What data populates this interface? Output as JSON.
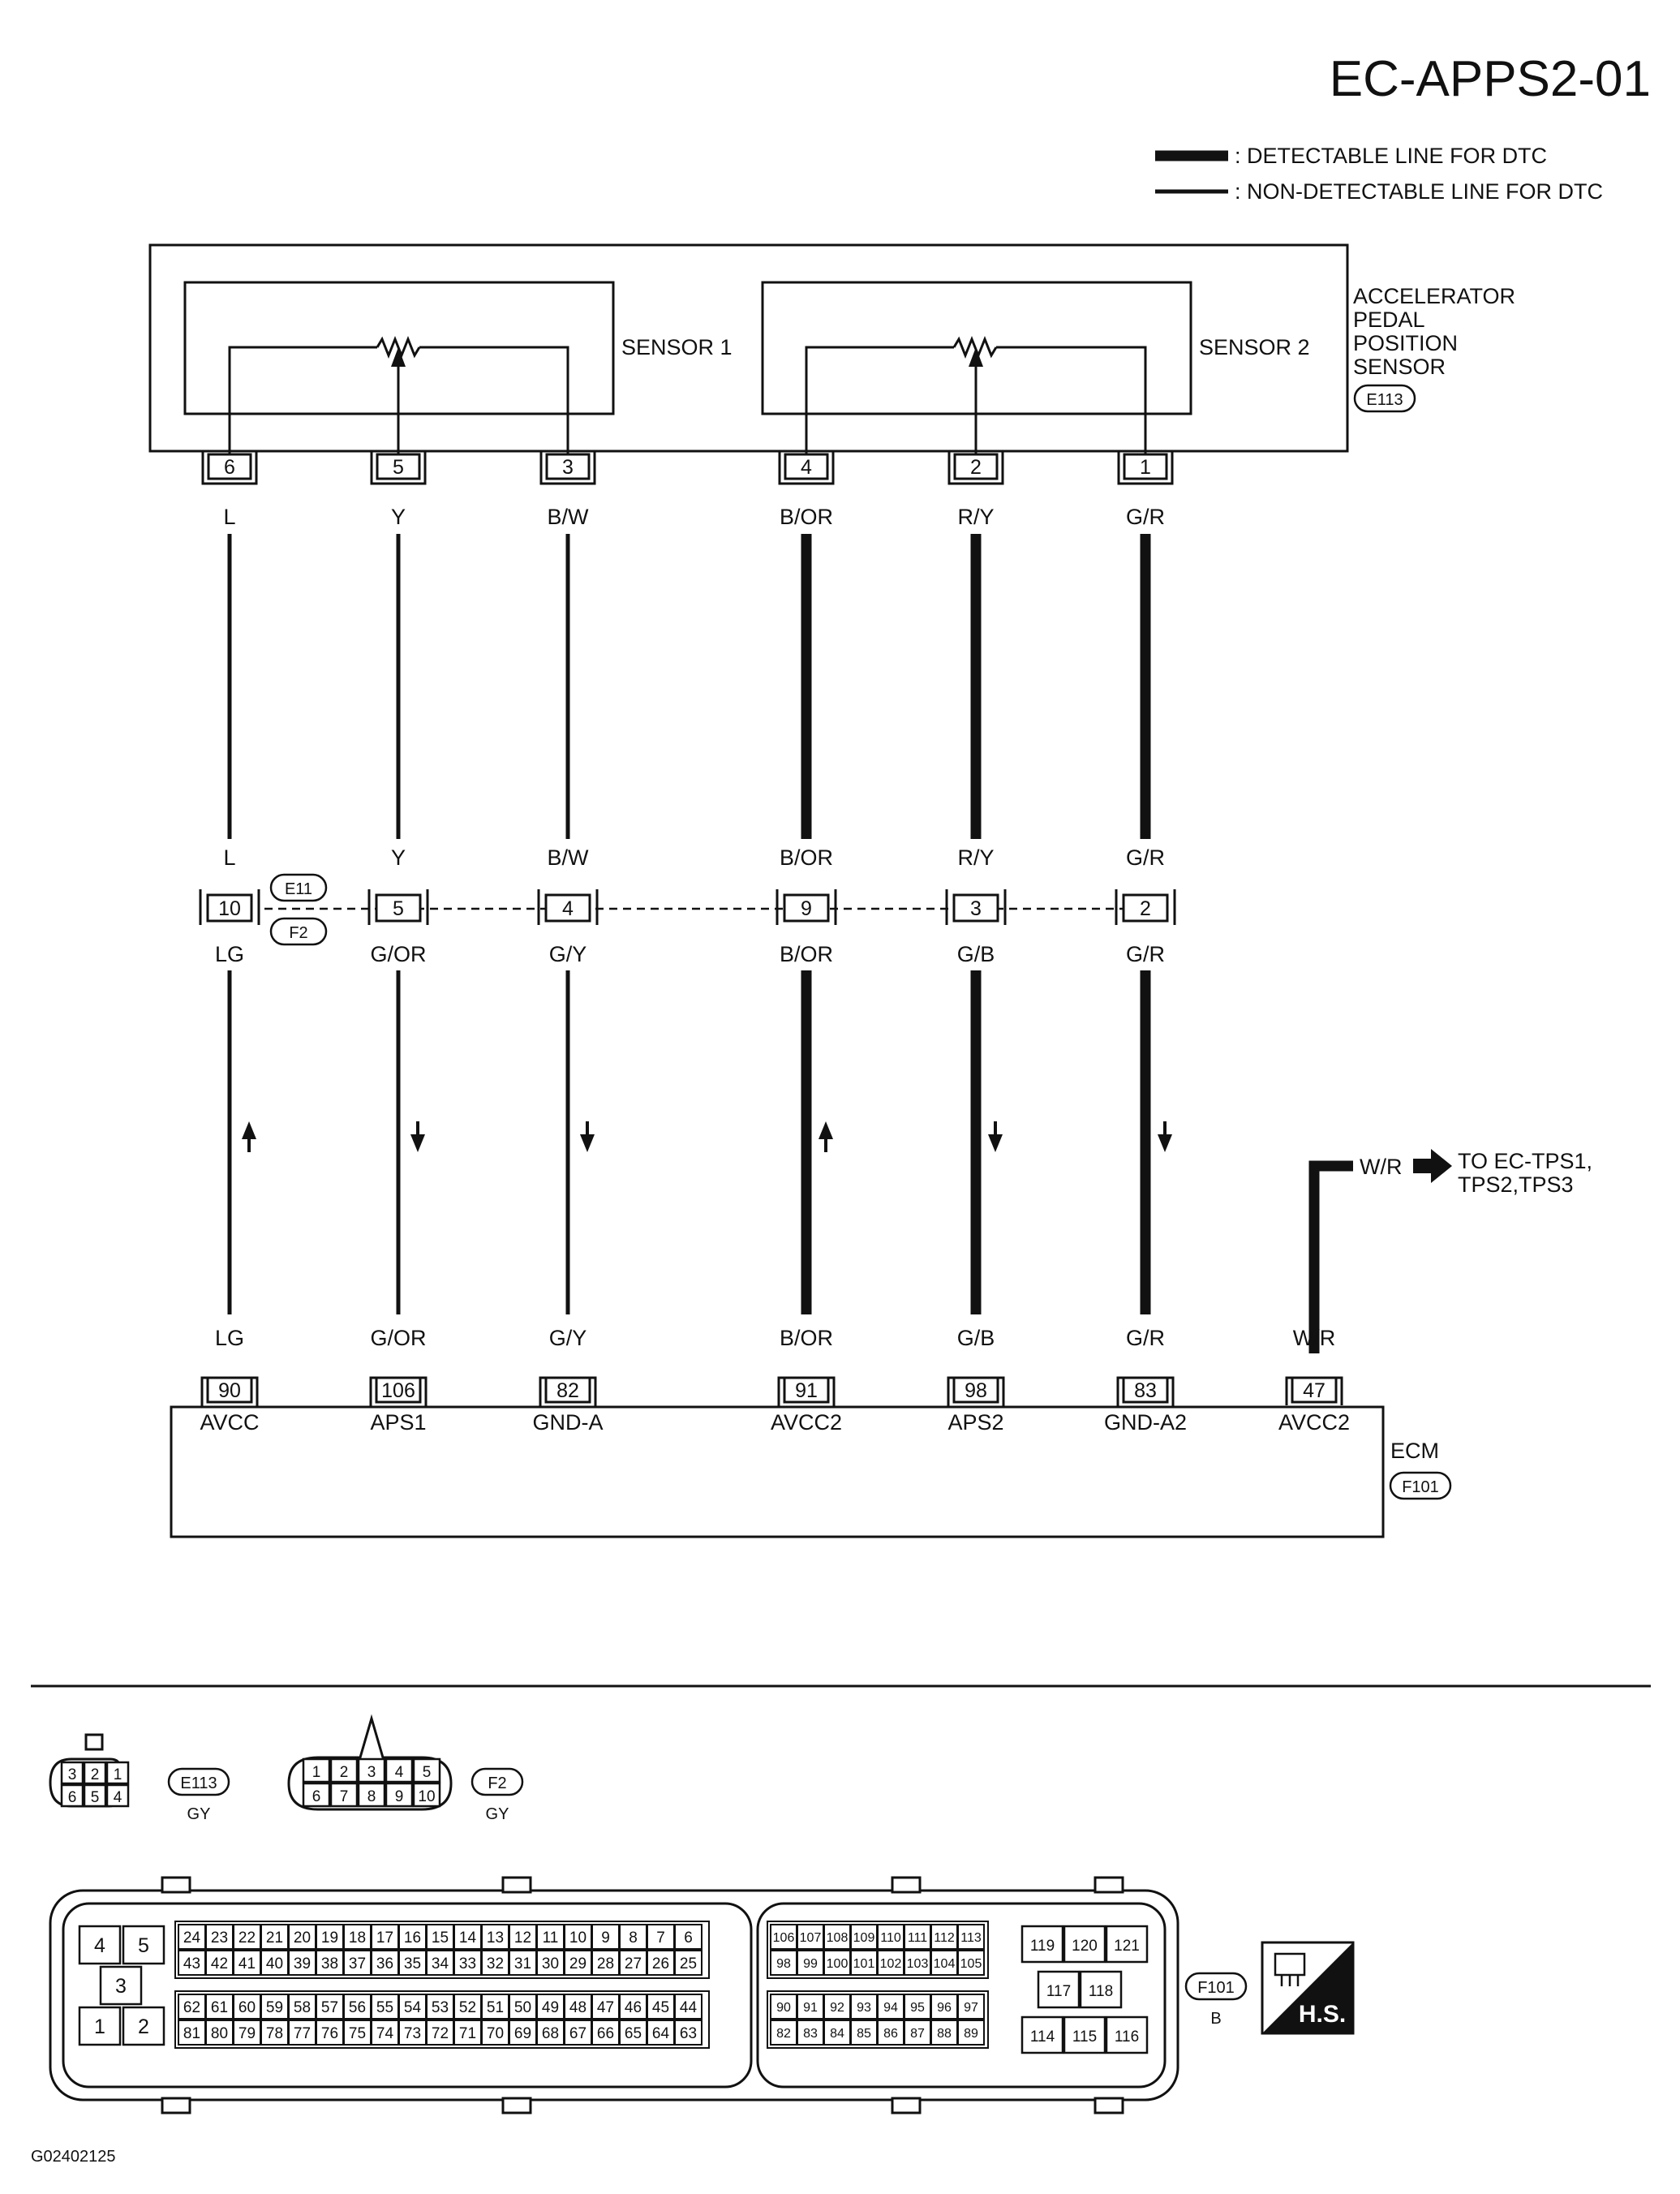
{
  "diagram_id": "EC-APPS2-01",
  "legend": {
    "detectable": ": DETECTABLE LINE FOR DTC",
    "non_detectable": ": NON-DETECTABLE LINE FOR DTC"
  },
  "sensor": {
    "name_lines": [
      "ACCELERATOR",
      "PEDAL",
      "POSITION",
      "SENSOR"
    ],
    "connector": "E113",
    "sub": [
      {
        "label": "SENSOR 1"
      },
      {
        "label": "SENSOR 2"
      }
    ]
  },
  "joint": {
    "connector_top": "E11",
    "connector_bottom": "F2"
  },
  "ecm": {
    "name": "ECM",
    "connector": "F101"
  },
  "wires": [
    {
      "sensor_pin": "6",
      "color_top": "L",
      "joint_pin": "10",
      "color_bottom": "LG",
      "ecm_pin": "90",
      "ecm_label": "AVCC",
      "detectable": false,
      "flow": "up"
    },
    {
      "sensor_pin": "5",
      "color_top": "Y",
      "joint_pin": "5",
      "color_bottom": "G/OR",
      "ecm_pin": "106",
      "ecm_label": "APS1",
      "detectable": false,
      "flow": "down"
    },
    {
      "sensor_pin": "3",
      "color_top": "B/W",
      "joint_pin": "4",
      "color_bottom": "G/Y",
      "ecm_pin": "82",
      "ecm_label": "GND-A",
      "detectable": false,
      "flow": "down"
    },
    {
      "sensor_pin": "4",
      "color_top": "B/OR",
      "joint_pin": "9",
      "color_bottom": "B/OR",
      "ecm_pin": "91",
      "ecm_label": "AVCC2",
      "detectable": true,
      "flow": "up"
    },
    {
      "sensor_pin": "2",
      "color_top": "R/Y",
      "joint_pin": "3",
      "color_bottom": "G/B",
      "ecm_pin": "98",
      "ecm_label": "APS2",
      "detectable": true,
      "flow": "down"
    },
    {
      "sensor_pin": "1",
      "color_top": "G/R",
      "joint_pin": "2",
      "color_bottom": "G/R",
      "ecm_pin": "83",
      "ecm_label": "GND-A2",
      "detectable": true,
      "flow": "down"
    }
  ],
  "extra_wire": {
    "color": "W/R",
    "ecm_pin": "47",
    "ecm_label": "AVCC2",
    "dest_lines": [
      "TO EC-TPS1,",
      "TPS2,TPS3"
    ],
    "detectable": true
  },
  "connector_views": {
    "e113": {
      "tag": "E113",
      "color": "GY",
      "rows": [
        [
          "3",
          "2",
          "1"
        ],
        [
          "6",
          "5",
          "4"
        ]
      ]
    },
    "f2": {
      "tag": "F2",
      "color": "GY",
      "rows": [
        [
          "1",
          "2",
          "3",
          "4",
          "5"
        ],
        [
          "6",
          "7",
          "8",
          "9",
          "10"
        ]
      ]
    },
    "f101": {
      "tag": "F101",
      "color": "B",
      "left_block": [
        "4",
        "5",
        "3",
        "1",
        "2"
      ],
      "main_rows": [
        [
          "24",
          "23",
          "22",
          "21",
          "20",
          "19",
          "18",
          "17",
          "16",
          "15",
          "14",
          "13",
          "12",
          "11",
          "10",
          "9",
          "8",
          "7",
          "6"
        ],
        [
          "43",
          "42",
          "41",
          "40",
          "39",
          "38",
          "37",
          "36",
          "35",
          "34",
          "33",
          "32",
          "31",
          "30",
          "29",
          "28",
          "27",
          "26",
          "25"
        ],
        [
          "62",
          "61",
          "60",
          "59",
          "58",
          "57",
          "56",
          "55",
          "54",
          "53",
          "52",
          "51",
          "50",
          "49",
          "48",
          "47",
          "46",
          "45",
          "44"
        ],
        [
          "81",
          "80",
          "79",
          "78",
          "77",
          "76",
          "75",
          "74",
          "73",
          "72",
          "71",
          "70",
          "69",
          "68",
          "67",
          "66",
          "65",
          "64",
          "63"
        ]
      ],
      "mid_rows": [
        [
          "106",
          "107",
          "108",
          "109",
          "110",
          "111",
          "112",
          "113"
        ],
        [
          "98",
          "99",
          "100",
          "101",
          "102",
          "103",
          "104",
          "105"
        ],
        [
          "90",
          "91",
          "92",
          "93",
          "94",
          "95",
          "96",
          "97"
        ],
        [
          "82",
          "83",
          "84",
          "85",
          "86",
          "87",
          "88",
          "89"
        ]
      ],
      "right_block": [
        [
          "119",
          "120",
          "121"
        ],
        [
          "117",
          "118"
        ],
        [
          "114",
          "115",
          "116"
        ]
      ]
    }
  },
  "hs_badge": "H.S.",
  "footer_code": "G02402125"
}
